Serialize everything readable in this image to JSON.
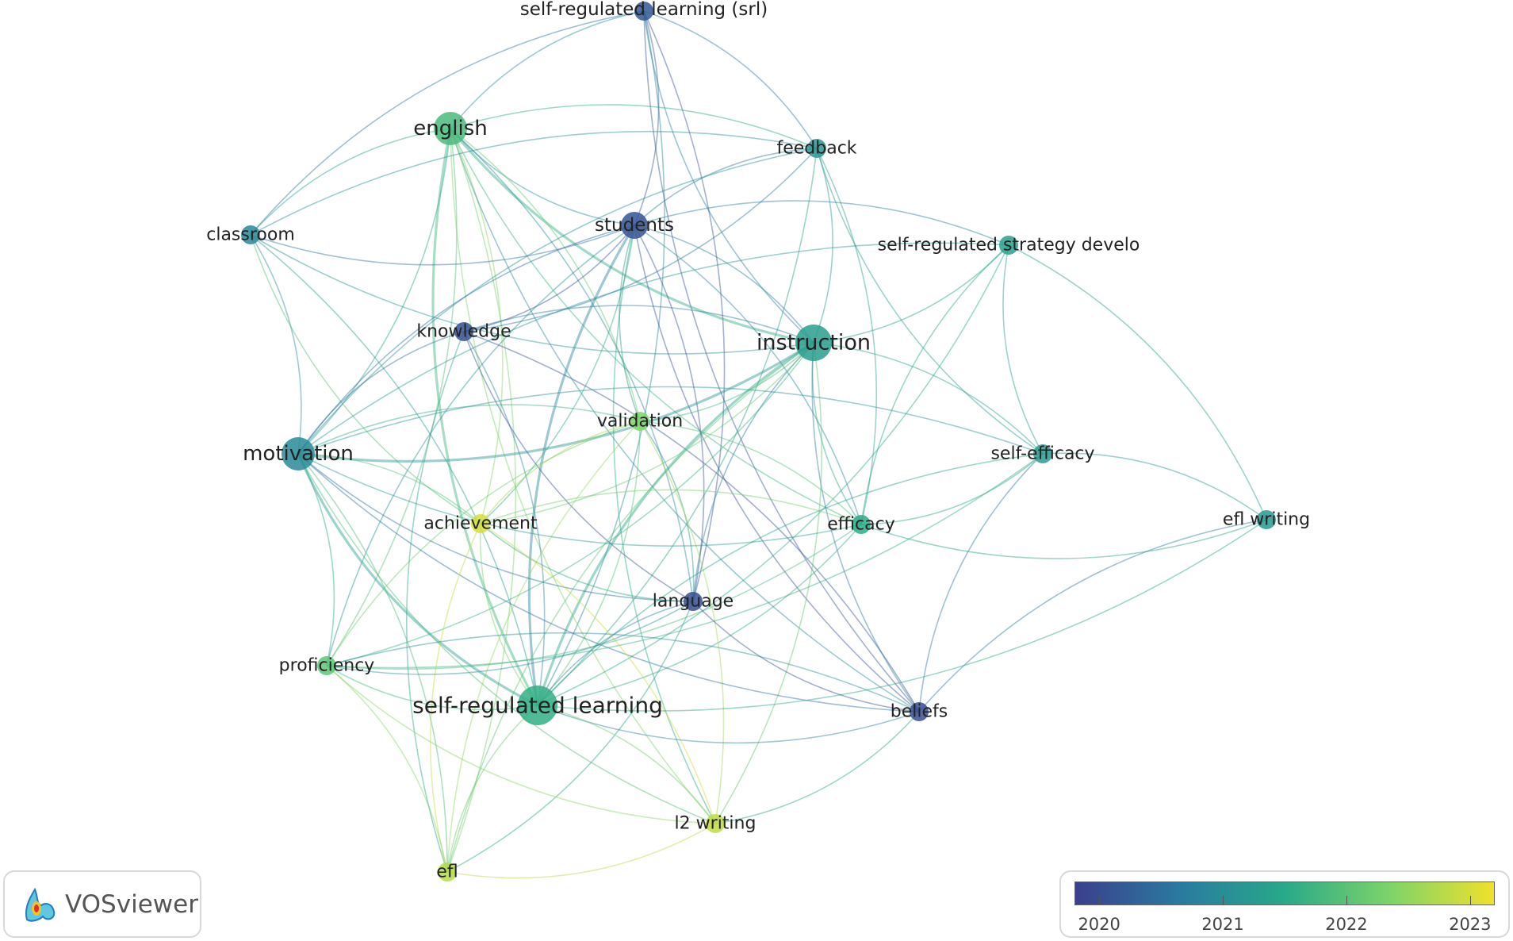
{
  "diagram": {
    "nodes": [
      {
        "id": "srl_abbr",
        "label": "self-regulated learning (srl)",
        "year": 2020.15,
        "weight": 1
      },
      {
        "id": "english",
        "label": "english",
        "year": 2021.85,
        "weight": 3
      },
      {
        "id": "feedback",
        "label": "feedback",
        "year": 2021.15,
        "weight": 1
      },
      {
        "id": "classroom",
        "label": "classroom",
        "year": 2020.9,
        "weight": 1
      },
      {
        "id": "students",
        "label": "students",
        "year": 2020.1,
        "weight": 2
      },
      {
        "id": "srsd",
        "label": "self-regulated strategy develo",
        "year": 2021.35,
        "weight": 1
      },
      {
        "id": "knowledge",
        "label": "knowledge",
        "year": 2020.05,
        "weight": 1
      },
      {
        "id": "instruction",
        "label": "instruction",
        "year": 2021.3,
        "weight": 4
      },
      {
        "id": "validation",
        "label": "validation",
        "year": 2022.35,
        "weight": 1
      },
      {
        "id": "motivation",
        "label": "motivation",
        "year": 2020.95,
        "weight": 3
      },
      {
        "id": "self_efficacy",
        "label": "self-efficacy",
        "year": 2021.25,
        "weight": 1
      },
      {
        "id": "achievement",
        "label": "achievement",
        "year": 2023.0,
        "weight": 1
      },
      {
        "id": "efficacy",
        "label": "efficacy",
        "year": 2021.55,
        "weight": 1
      },
      {
        "id": "efl_writing",
        "label": "efl writing",
        "year": 2021.2,
        "weight": 1
      },
      {
        "id": "language",
        "label": "language",
        "year": 2020.0,
        "weight": 1
      },
      {
        "id": "proficiency",
        "label": "proficiency",
        "year": 2022.05,
        "weight": 1
      },
      {
        "id": "srl",
        "label": "self-regulated learning",
        "year": 2021.6,
        "weight": 5
      },
      {
        "id": "beliefs",
        "label": "beliefs",
        "year": 2020.0,
        "weight": 1
      },
      {
        "id": "l2_writing",
        "label": "l2 writing",
        "year": 2022.85,
        "weight": 1
      },
      {
        "id": "efl",
        "label": "efl",
        "year": 2022.75,
        "weight": 1
      }
    ],
    "links": [
      [
        "srl_abbr",
        "english"
      ],
      [
        "srl_abbr",
        "feedback"
      ],
      [
        "srl_abbr",
        "classroom"
      ],
      [
        "srl_abbr",
        "students"
      ],
      [
        "srl_abbr",
        "instruction"
      ],
      [
        "srl_abbr",
        "language"
      ],
      [
        "srl_abbr",
        "beliefs"
      ],
      [
        "srl_abbr",
        "srl"
      ],
      [
        "english",
        "students"
      ],
      [
        "english",
        "feedback"
      ],
      [
        "english",
        "classroom"
      ],
      [
        "english",
        "motivation"
      ],
      [
        "english",
        "instruction"
      ],
      [
        "english",
        "achievement"
      ],
      [
        "english",
        "srl"
      ],
      [
        "english",
        "validation"
      ],
      [
        "english",
        "efficacy"
      ],
      [
        "english",
        "proficiency"
      ],
      [
        "english",
        "l2_writing"
      ],
      [
        "english",
        "language"
      ],
      [
        "english",
        "beliefs"
      ],
      [
        "english",
        "efl"
      ],
      [
        "feedback",
        "students"
      ],
      [
        "feedback",
        "instruction"
      ],
      [
        "feedback",
        "motivation"
      ],
      [
        "feedback",
        "srl"
      ],
      [
        "feedback",
        "self_efficacy"
      ],
      [
        "feedback",
        "efficacy"
      ],
      [
        "feedback",
        "classroom"
      ],
      [
        "feedback",
        "knowledge"
      ],
      [
        "classroom",
        "students"
      ],
      [
        "classroom",
        "motivation"
      ],
      [
        "classroom",
        "instruction"
      ],
      [
        "classroom",
        "srl"
      ],
      [
        "classroom",
        "achievement"
      ],
      [
        "students",
        "instruction"
      ],
      [
        "students",
        "motivation"
      ],
      [
        "students",
        "knowledge"
      ],
      [
        "students",
        "srl"
      ],
      [
        "students",
        "language"
      ],
      [
        "students",
        "validation"
      ],
      [
        "students",
        "achievement"
      ],
      [
        "students",
        "beliefs"
      ],
      [
        "students",
        "efficacy"
      ],
      [
        "students",
        "l2_writing"
      ],
      [
        "students",
        "srsd"
      ],
      [
        "students",
        "proficiency"
      ],
      [
        "srsd",
        "instruction"
      ],
      [
        "srsd",
        "self_efficacy"
      ],
      [
        "srsd",
        "efl_writing"
      ],
      [
        "srsd",
        "motivation"
      ],
      [
        "srsd",
        "srl"
      ],
      [
        "srsd",
        "efficacy"
      ],
      [
        "knowledge",
        "instruction"
      ],
      [
        "knowledge",
        "motivation"
      ],
      [
        "knowledge",
        "srl"
      ],
      [
        "knowledge",
        "language"
      ],
      [
        "knowledge",
        "beliefs"
      ],
      [
        "knowledge",
        "efl"
      ],
      [
        "instruction",
        "motivation"
      ],
      [
        "instruction",
        "srl"
      ],
      [
        "instruction",
        "self_efficacy"
      ],
      [
        "instruction",
        "efficacy"
      ],
      [
        "instruction",
        "validation"
      ],
      [
        "instruction",
        "language"
      ],
      [
        "instruction",
        "proficiency"
      ],
      [
        "instruction",
        "beliefs"
      ],
      [
        "instruction",
        "achievement"
      ],
      [
        "instruction",
        "efl"
      ],
      [
        "instruction",
        "l2_writing"
      ],
      [
        "validation",
        "motivation"
      ],
      [
        "validation",
        "srl"
      ],
      [
        "validation",
        "achievement"
      ],
      [
        "validation",
        "efficacy"
      ],
      [
        "validation",
        "proficiency"
      ],
      [
        "validation",
        "language"
      ],
      [
        "validation",
        "efl"
      ],
      [
        "validation",
        "l2_writing"
      ],
      [
        "motivation",
        "srl"
      ],
      [
        "motivation",
        "achievement"
      ],
      [
        "motivation",
        "language"
      ],
      [
        "motivation",
        "proficiency"
      ],
      [
        "motivation",
        "beliefs"
      ],
      [
        "motivation",
        "self_efficacy"
      ],
      [
        "motivation",
        "efficacy"
      ],
      [
        "motivation",
        "efl"
      ],
      [
        "motivation",
        "l2_writing"
      ],
      [
        "self_efficacy",
        "efl_writing"
      ],
      [
        "self_efficacy",
        "srl"
      ],
      [
        "self_efficacy",
        "efficacy"
      ],
      [
        "self_efficacy",
        "beliefs"
      ],
      [
        "self_efficacy",
        "proficiency"
      ],
      [
        "achievement",
        "srl"
      ],
      [
        "achievement",
        "efficacy"
      ],
      [
        "achievement",
        "language"
      ],
      [
        "achievement",
        "l2_writing"
      ],
      [
        "achievement",
        "efl"
      ],
      [
        "efficacy",
        "srl"
      ],
      [
        "efficacy",
        "efl_writing"
      ],
      [
        "efficacy",
        "proficiency"
      ],
      [
        "efl_writing",
        "beliefs"
      ],
      [
        "efl_writing",
        "srl"
      ],
      [
        "language",
        "srl"
      ],
      [
        "language",
        "proficiency"
      ],
      [
        "language",
        "beliefs"
      ],
      [
        "language",
        "efl"
      ],
      [
        "proficiency",
        "srl"
      ],
      [
        "proficiency",
        "efl"
      ],
      [
        "proficiency",
        "l2_writing"
      ],
      [
        "proficiency",
        "beliefs"
      ],
      [
        "srl",
        "beliefs"
      ],
      [
        "srl",
        "l2_writing"
      ],
      [
        "srl",
        "efl"
      ],
      [
        "l2_writing",
        "efl"
      ],
      [
        "l2_writing",
        "beliefs"
      ]
    ]
  },
  "logo": {
    "text": "VOSviewer"
  },
  "legend": {
    "ticks": [
      "2020",
      "2021",
      "2022",
      "2023"
    ],
    "min_year": 2019.8,
    "max_year": 2023.2,
    "colors": [
      "#3b3f8c",
      "#2a7aa0",
      "#28a989",
      "#7dd36a",
      "#f0e12a"
    ]
  }
}
